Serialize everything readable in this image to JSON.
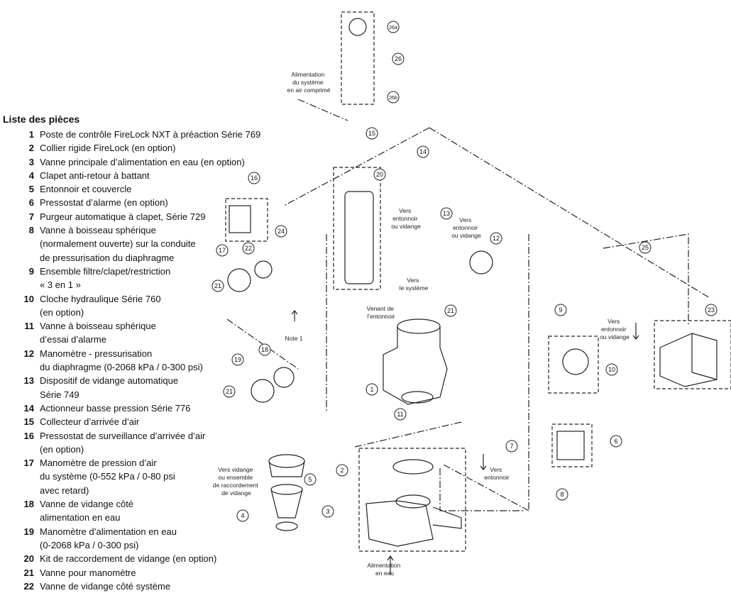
{
  "legend": {
    "title": "Liste des pièces",
    "items": [
      {
        "num": "1",
        "lines": [
          "Poste de contrôle FireLock NXT à préaction Série 769"
        ]
      },
      {
        "num": "2",
        "lines": [
          "Collier rigide FireLock (en option)"
        ]
      },
      {
        "num": "3",
        "lines": [
          "Vanne principale d’alimentation en eau (en option)"
        ]
      },
      {
        "num": "4",
        "lines": [
          "Clapet anti-retour à battant"
        ]
      },
      {
        "num": "5",
        "lines": [
          "Entonnoir et couvercle"
        ]
      },
      {
        "num": "6",
        "lines": [
          "Pressostat d’alarme (en option)"
        ]
      },
      {
        "num": "7",
        "lines": [
          "Purgeur automatique à clapet, Série 729"
        ]
      },
      {
        "num": "8",
        "lines": [
          "Vanne à boisseau sphérique",
          "(normalement ouverte) sur la conduite",
          "de pressurisation du diaphragme"
        ]
      },
      {
        "num": "9",
        "lines": [
          "Ensemble filtre/clapet/restriction",
          "« 3 en 1 »"
        ]
      },
      {
        "num": "10",
        "lines": [
          "Cloche hydraulique Série 760",
          "(en option)"
        ]
      },
      {
        "num": "11",
        "lines": [
          "Vanne à boisseau sphérique",
          "d’essai d’alarme"
        ]
      },
      {
        "num": "12",
        "lines": [
          "Manomètre - pressurisation",
          "du diaphragme (0-2068 kPa / 0-300 psi)"
        ]
      },
      {
        "num": "13",
        "lines": [
          "Dispositif de vidange automatique",
          "Série 749"
        ]
      },
      {
        "num": "14",
        "lines": [
          "Actionneur basse pression Série 776"
        ]
      },
      {
        "num": "15",
        "lines": [
          "Collecteur d’arrivée d’air"
        ]
      },
      {
        "num": "16",
        "lines": [
          "Pressostat de surveillance d’arrivée d’air",
          "(en option)"
        ]
      },
      {
        "num": "17",
        "lines": [
          "Manomètre de pression d’air",
          "du système (0-552 kPa / 0-80 psi",
          "avec retard)"
        ]
      },
      {
        "num": "18",
        "lines": [
          "Vanne de vidange côté",
          "alimentation en eau"
        ]
      },
      {
        "num": "19",
        "lines": [
          "Manomètre d’alimentation en eau",
          "(0-2068 kPa / 0-300 psi)"
        ]
      },
      {
        "num": "20",
        "lines": [
          "Kit de raccordement de vidange (en option)"
        ]
      },
      {
        "num": "21",
        "lines": [
          "Vanne pour manomètre"
        ]
      },
      {
        "num": "22",
        "lines": [
          "Vanne de vidange côté système"
        ]
      }
    ]
  },
  "labels": {
    "air_supply": [
      "Alimentation",
      "du système",
      "en air comprimé"
    ],
    "to_funnel_1": [
      "Vers",
      "entonnoir",
      "ou vidange"
    ],
    "to_funnel_2": [
      "Vers",
      "entonnoir",
      "ou vidange"
    ],
    "to_system": [
      "Vers",
      "le système"
    ],
    "from_funnel": [
      "Venant de",
      "l’entonnoir"
    ],
    "note": "Note 1",
    "to_funnel_3": [
      "Vers",
      "entonnoir",
      "ou vidange"
    ],
    "to_drain_kit": [
      "Vers vidange",
      "ou ensemble",
      "de raccordement",
      "de vidange"
    ],
    "to_funnel_4": [
      "Vers",
      "entonnoir"
    ],
    "water_supply": [
      "Alimentation",
      "en eau"
    ]
  },
  "callouts": [
    "1",
    "2",
    "3",
    "4",
    "5",
    "6",
    "7",
    "8",
    "9",
    "10",
    "11",
    "12",
    "13",
    "14",
    "15",
    "16",
    "17",
    "18",
    "19",
    "20",
    "21",
    "21",
    "22",
    "23",
    "24",
    "25",
    "26",
    "26a",
    "26b"
  ]
}
